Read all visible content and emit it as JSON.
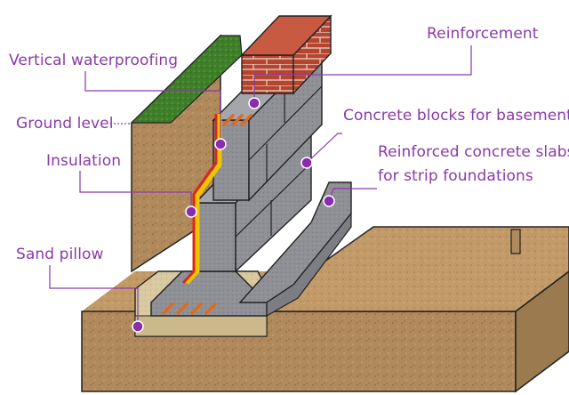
{
  "labels": {
    "reinforcement": "Reinforcement",
    "vertical_waterproofing": "Vertical waterproofing",
    "ground_level": "Ground level",
    "concrete_blocks": "Concrete blocks for basements",
    "insulation": "Insulation",
    "reinforced_slabs_line1": "Reinforced concrete slabs",
    "reinforced_slabs_line2": "for strip foundations",
    "sand_pillow": "Sand pillow"
  },
  "colors": {
    "label_text": "#8a3aa7",
    "leader_line": "#8a3aa7",
    "marker_dot": "#8a2bb0",
    "soil": "#b08a5c",
    "grass": "#3f7f2a",
    "brick": "#b5452f",
    "concrete_block": "#8e9096",
    "waterproofing_yellow": "#f2c400",
    "waterproofing_red": "#d8281c",
    "rebar": "#e06a1c",
    "sand": "#d8c9a0"
  }
}
